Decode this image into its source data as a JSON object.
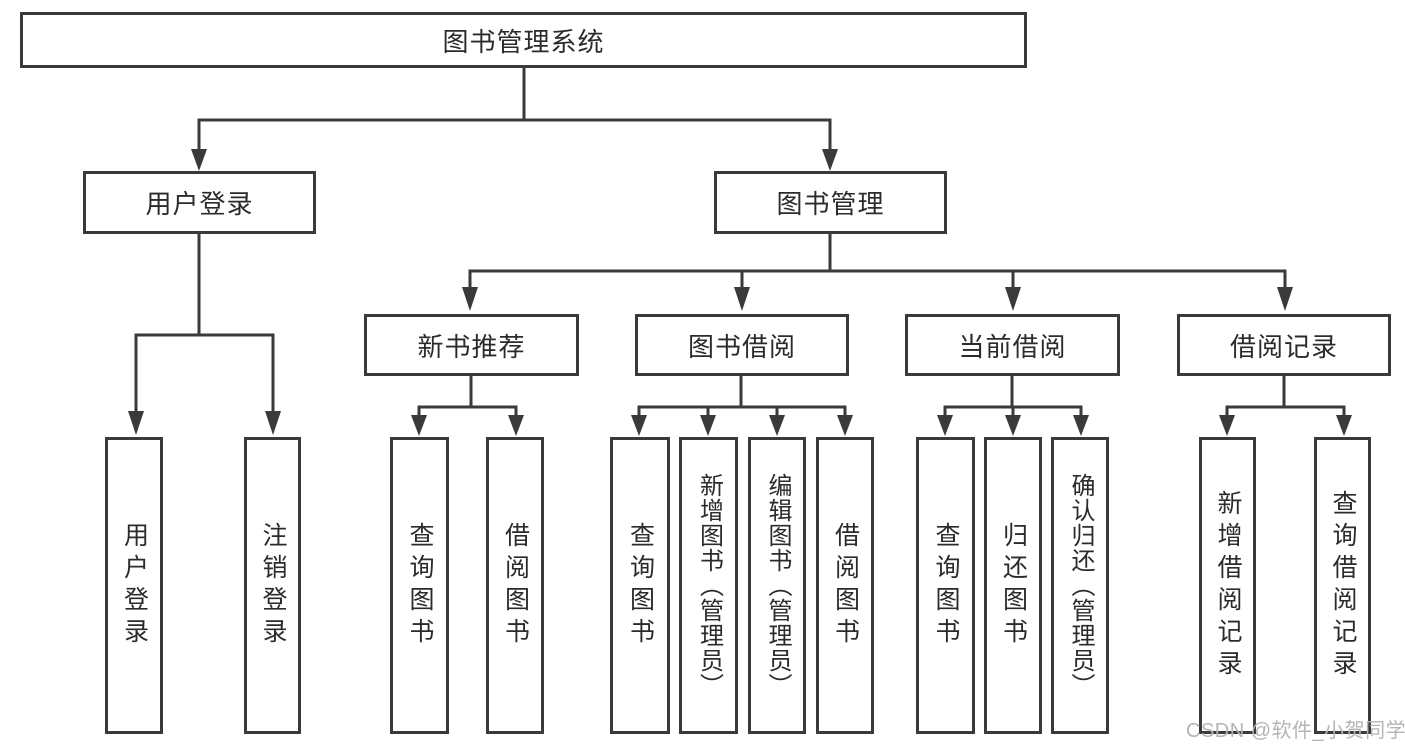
{
  "tree": {
    "label": "图书管理系统",
    "children": [
      {
        "label": "用户登录",
        "children": [
          {
            "label": "用户登录"
          },
          {
            "label": "注销登录"
          }
        ]
      },
      {
        "label": "图书管理",
        "children": [
          {
            "label": "新书推荐",
            "children": [
              {
                "label": "查询图书"
              },
              {
                "label": "借阅图书"
              }
            ]
          },
          {
            "label": "图书借阅",
            "children": [
              {
                "label": "查询图书"
              },
              {
                "label": "新增图书（管理员）"
              },
              {
                "label": "编辑图书（管理员）"
              },
              {
                "label": "借阅图书"
              }
            ]
          },
          {
            "label": "当前借阅",
            "children": [
              {
                "label": "查询图书"
              },
              {
                "label": "归还图书"
              },
              {
                "label": "确认归还（管理员）"
              }
            ]
          },
          {
            "label": "借阅记录",
            "children": [
              {
                "label": "新增借阅记录"
              },
              {
                "label": "查询借阅记录"
              }
            ]
          }
        ]
      }
    ]
  },
  "watermark": {
    "text": "CSDN @软件_小贺同学"
  },
  "colors": {
    "line": "#3a3a3a",
    "text": "#2b2b2b",
    "box_bg": "#ffffff",
    "watermark": "#b5b5b5"
  }
}
